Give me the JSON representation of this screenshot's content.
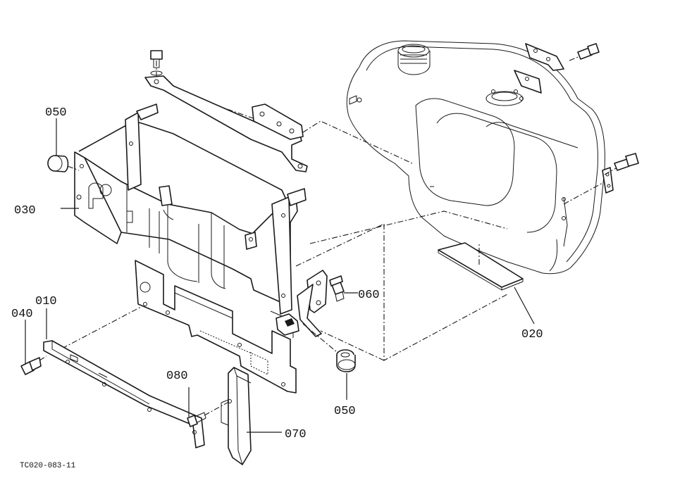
{
  "diagram": {
    "labels": {
      "p010": "010",
      "p020": "020",
      "p030": "030",
      "p040": "040",
      "p050_top": "050",
      "p050_bottom": "050",
      "p060": "060",
      "p070": "070",
      "p080": "080"
    },
    "drawing_code": "TC020-083-11"
  }
}
